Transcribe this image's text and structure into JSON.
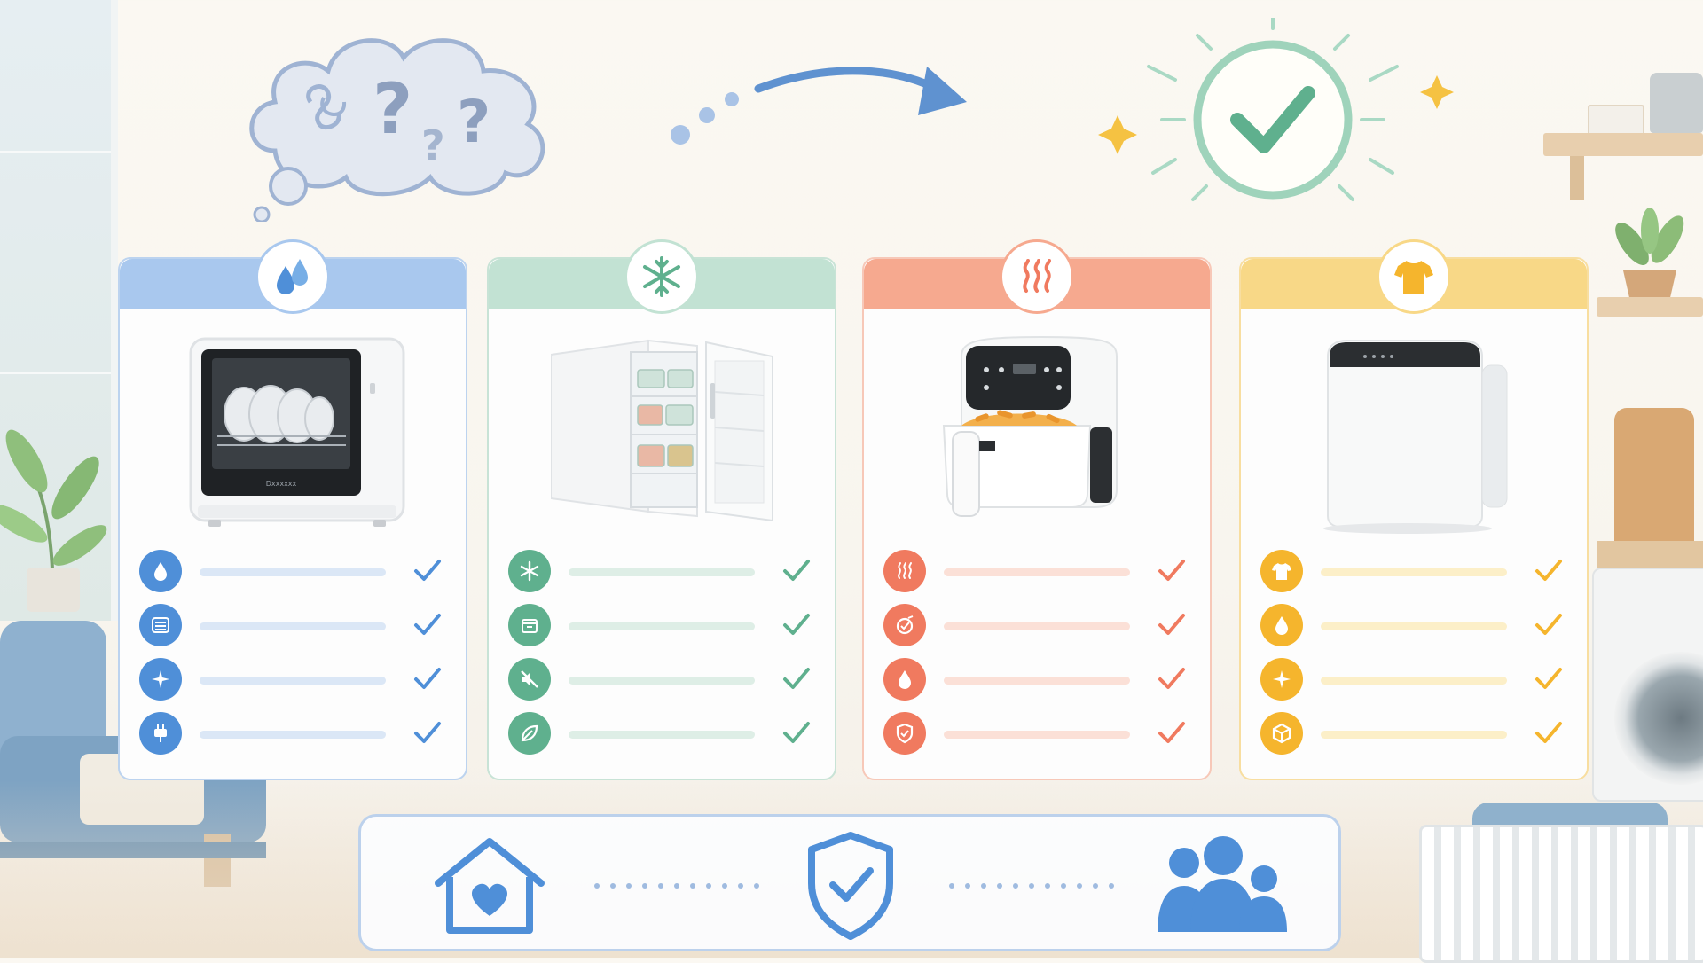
{
  "scene": {
    "thought_cloud": {
      "icon": "question-marks-icon"
    },
    "transition_arrow": {
      "icon": "curved-arrow-right-icon"
    },
    "result_badge": {
      "icon": "check-circle-icon"
    }
  },
  "colors": {
    "blue": "#4f8fd8",
    "green": "#5fb08e",
    "coral": "#f07a5f",
    "yellow": "#f5b52d",
    "check_green": "#5fb08e",
    "outline_blue": "#4f8fd8"
  },
  "cards": [
    {
      "appliance": "dishwasher",
      "header_icon": "water-drops-icon",
      "brand_label": "Dxxxxxx",
      "features": [
        {
          "icon": "water-drop-icon",
          "checked": true
        },
        {
          "icon": "dish-rack-icon",
          "checked": true
        },
        {
          "icon": "sparkle-icon",
          "checked": true
        },
        {
          "icon": "plug-icon",
          "checked": true
        }
      ]
    },
    {
      "appliance": "mini-freezer",
      "header_icon": "snowflake-icon",
      "features": [
        {
          "icon": "snowflake-icon",
          "checked": true
        },
        {
          "icon": "storage-box-icon",
          "checked": true
        },
        {
          "icon": "mute-icon",
          "checked": true
        },
        {
          "icon": "leaf-icon",
          "checked": true
        }
      ]
    },
    {
      "appliance": "air-fryer",
      "header_icon": "heat-waves-icon",
      "features": [
        {
          "icon": "heat-waves-icon",
          "checked": true
        },
        {
          "icon": "cooking-pot-icon",
          "checked": true
        },
        {
          "icon": "oil-drop-icon",
          "checked": true
        },
        {
          "icon": "safety-shield-icon",
          "checked": true
        }
      ]
    },
    {
      "appliance": "portable-washer",
      "header_icon": "t-shirt-icon",
      "features": [
        {
          "icon": "t-shirt-icon",
          "checked": true
        },
        {
          "icon": "water-drop-icon",
          "checked": true
        },
        {
          "icon": "sparkle-icon",
          "checked": true
        },
        {
          "icon": "compact-box-icon",
          "checked": true
        }
      ]
    }
  ],
  "bottom_bar": {
    "icons": [
      "home-heart-icon",
      "shield-check-icon",
      "family-icon"
    ]
  }
}
